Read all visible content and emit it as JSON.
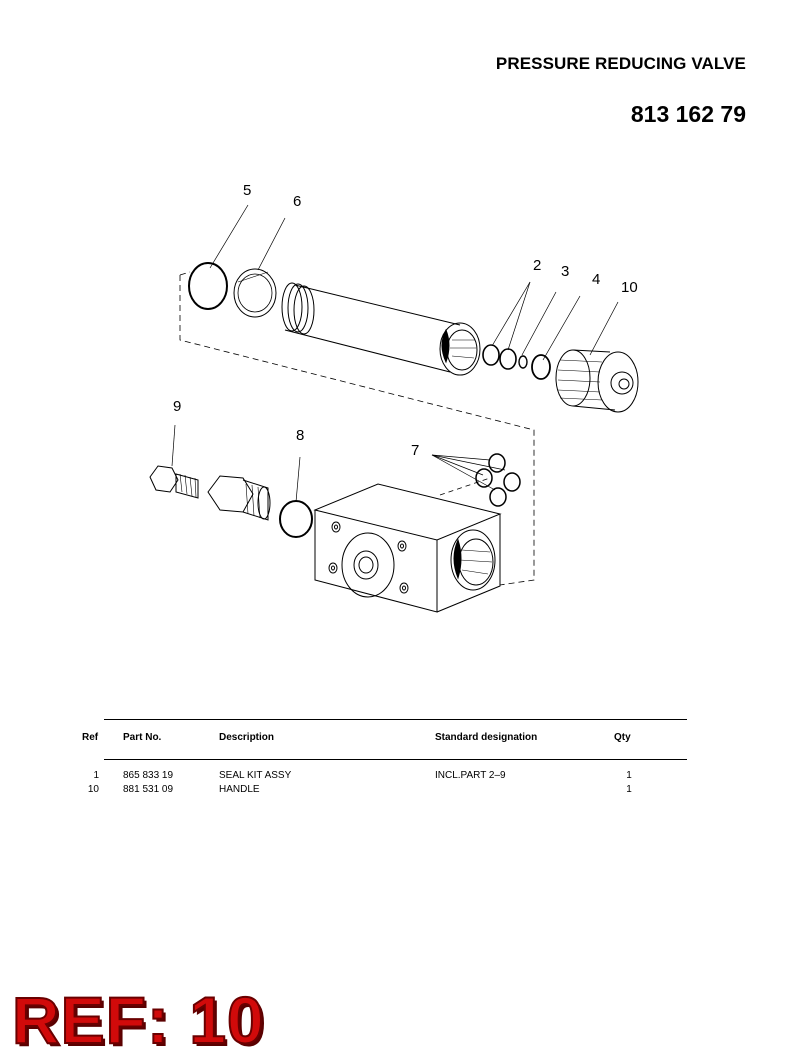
{
  "header": {
    "title": "PRESSURE REDUCING VALVE",
    "part_number": "813 162 79"
  },
  "callouts": [
    "5",
    "6",
    "2",
    "3",
    "4",
    "10",
    "9",
    "8",
    "7"
  ],
  "table": {
    "headers": {
      "ref": "Ref",
      "part_no": "Part  No.",
      "description": "Description",
      "standard": "Standard designation",
      "qty": "Qty"
    },
    "rows": [
      {
        "ref": "1",
        "part_no": "865 833 19",
        "description": "SEAL KIT ASSY",
        "standard": "INCL.PART 2–9",
        "qty": "1"
      },
      {
        "ref": "10",
        "part_no": "881 531 09",
        "description": "HANDLE",
        "standard": "",
        "qty": "1"
      }
    ]
  },
  "stamp": {
    "label": "REF: 10"
  },
  "colors": {
    "stamp": "#d10a0a",
    "stamp_outline": "#6a0000"
  }
}
